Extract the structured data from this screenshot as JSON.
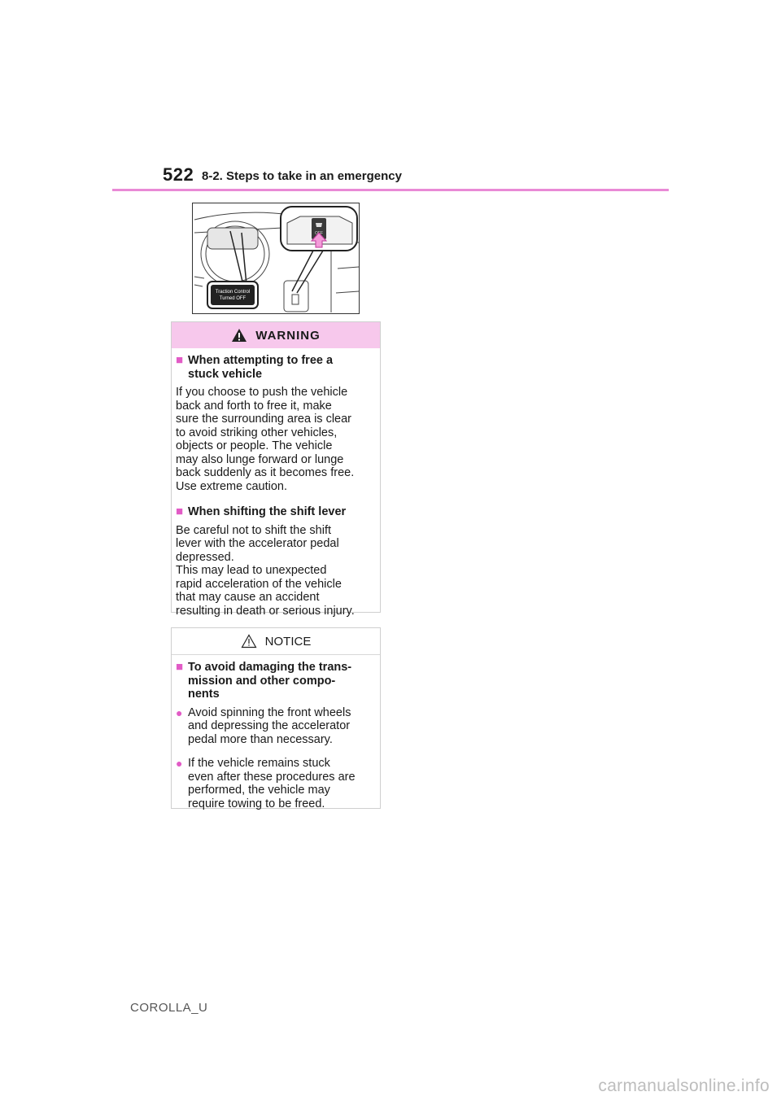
{
  "header": {
    "page_number": "522",
    "section": "8-2. Steps to take in an emergency"
  },
  "illustration": {
    "display_text": "Traction Control",
    "display_text_2": "Turned OFF",
    "switch_label": "OFF",
    "icon": "traction-control-off-switch-icon"
  },
  "warning": {
    "title": "WARNING",
    "icon": "warning-triangle-icon",
    "sections": [
      {
        "heading_1": "When attempting to free a",
        "heading_2": "stuck vehicle",
        "body": [
          "If you choose to push the vehicle",
          "back and forth to free it, make",
          "sure the surrounding area is clear",
          "to avoid striking other vehicles,",
          "objects or people. The vehicle",
          "may also lunge forward or lunge",
          "back suddenly as it becomes free.",
          "Use extreme caution."
        ]
      },
      {
        "heading_1": "When shifting the shift lever",
        "body": [
          "Be careful not to shift the shift",
          "lever with the accelerator pedal",
          "depressed.",
          "This may lead to unexpected",
          "rapid acceleration of the vehicle",
          "that may cause an accident",
          "resulting in death or serious injury."
        ]
      }
    ]
  },
  "notice": {
    "title": "NOTICE",
    "icon": "caution-triangle-icon",
    "heading": [
      "To avoid damaging the trans-",
      "mission and other compo-",
      "nents"
    ],
    "bullets": [
      [
        "Avoid spinning the front wheels",
        "and depressing the accelerator",
        "pedal more than necessary."
      ],
      [
        "If the vehicle remains stuck",
        "even after these procedures are",
        "performed, the vehicle may",
        "require towing to be freed."
      ]
    ]
  },
  "footer": {
    "model": "COROLLA_U"
  },
  "watermark": "carmanualsonline.info",
  "colors": {
    "accent": "#e98ad6",
    "warning_header_bg": "#f7c8ec",
    "bullet": "#e25bc6"
  }
}
